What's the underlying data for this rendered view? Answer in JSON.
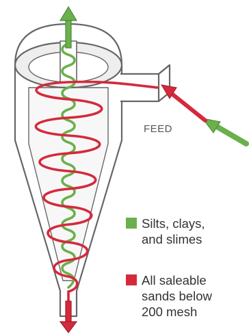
{
  "feed_label": "FEED",
  "legend": [
    {
      "text": "Silts, clays,\nand slimes",
      "color": "#6ab04c"
    },
    {
      "text": "All saleable\nsands below\n200 mesh",
      "color": "#d42a3c"
    }
  ],
  "colors": {
    "green": "#6ab04c",
    "red": "#d42a3c",
    "body_outline": "#666666"
  }
}
